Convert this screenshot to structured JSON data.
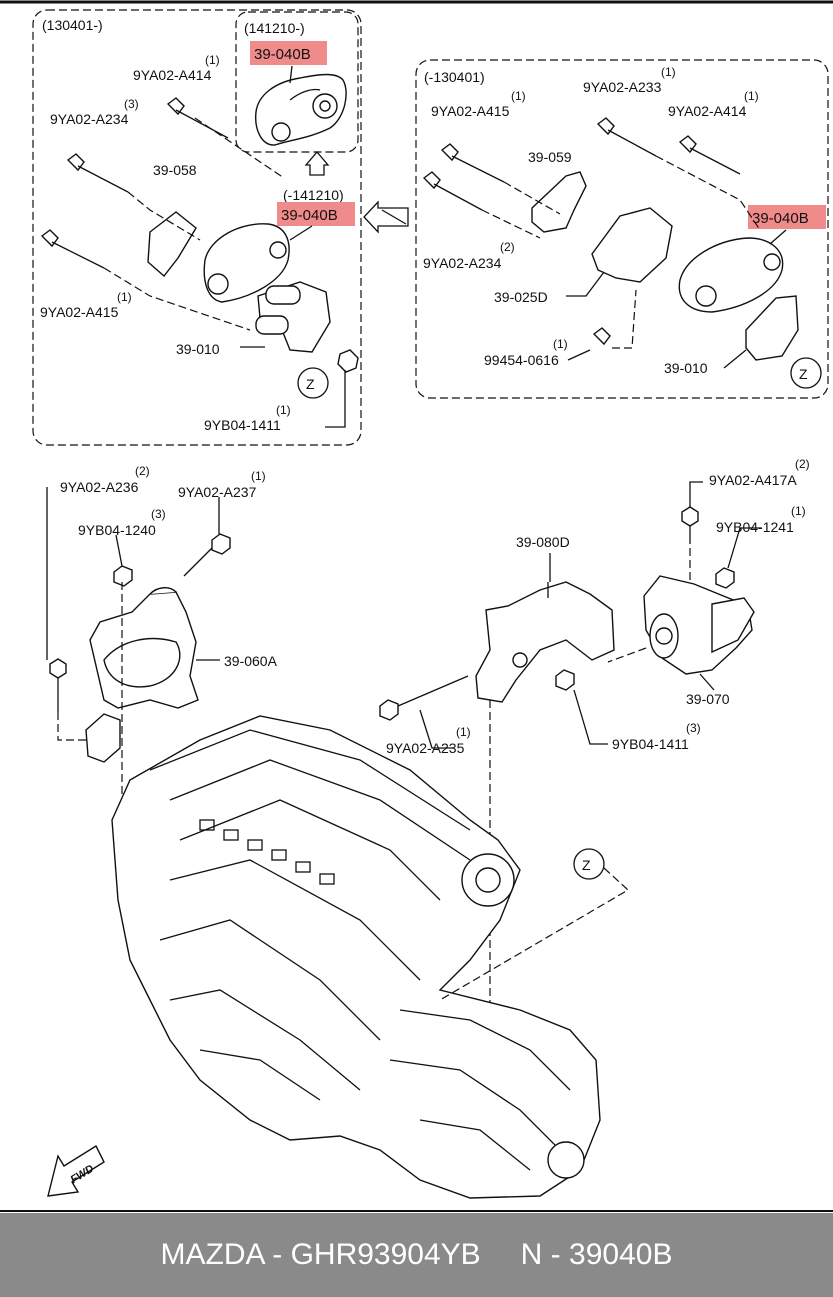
{
  "colors": {
    "highlight": "#f08b8b",
    "footer_bg": "#8a8a8a",
    "footer_text": "#ffffff"
  },
  "detail_left": {
    "date_range": "(130401-)",
    "inset": {
      "date_range": "(141210-)",
      "highlight_part": "39-040B"
    },
    "lower_date_range": "(-141210)",
    "lower_highlight_part": "39-040B",
    "labels": {
      "a414": "9YA02-A414",
      "a414_qty": "(1)",
      "a234": "9YA02-A234",
      "a234_qty": "(3)",
      "p058": "39-058",
      "a415": "9YA02-A415",
      "a415_qty": "(1)",
      "p010": "39-010",
      "b1411": "9YB04-1411",
      "b1411_qty": "(1)",
      "zone": "Z"
    }
  },
  "detail_right": {
    "date_range": "(-130401)",
    "highlight_part": "39-040B",
    "labels": {
      "a415": "9YA02-A415",
      "a415_qty": "(1)",
      "a233": "9YA02-A233",
      "a233_qty": "(1)",
      "a414": "9YA02-A414",
      "a414_qty": "(1)",
      "p059": "39-059",
      "a234": "9YA02-A234",
      "a234_qty": "(2)",
      "p025d": "39-025D",
      "p99454": "99454-0616",
      "p99454_qty": "(1)",
      "p010": "39-010",
      "zone": "Z"
    }
  },
  "main": {
    "labels": {
      "a236": "9YA02-A236",
      "a236_qty": "(2)",
      "a237": "9YA02-A237",
      "a237_qty": "(1)",
      "b1240": "9YB04-1240",
      "b1240_qty": "(3)",
      "p060a": "39-060A",
      "p080d": "39-080D",
      "a417a": "9YA02-A417A",
      "a417a_qty": "(2)",
      "b1241": "9YB04-1241",
      "b1241_qty": "(1)",
      "p070": "39-070",
      "a235": "9YA02-A235",
      "a235_qty": "(1)",
      "b1411": "9YB04-1411",
      "b1411_qty": "(3)",
      "zone": "Z",
      "fwd": "FWD"
    }
  },
  "footer": {
    "brand": "MAZDA",
    "sep1": " - ",
    "part_no": "GHR93904YB",
    "n_label": "N",
    "sep2": " - ",
    "n_value": "39040B"
  }
}
